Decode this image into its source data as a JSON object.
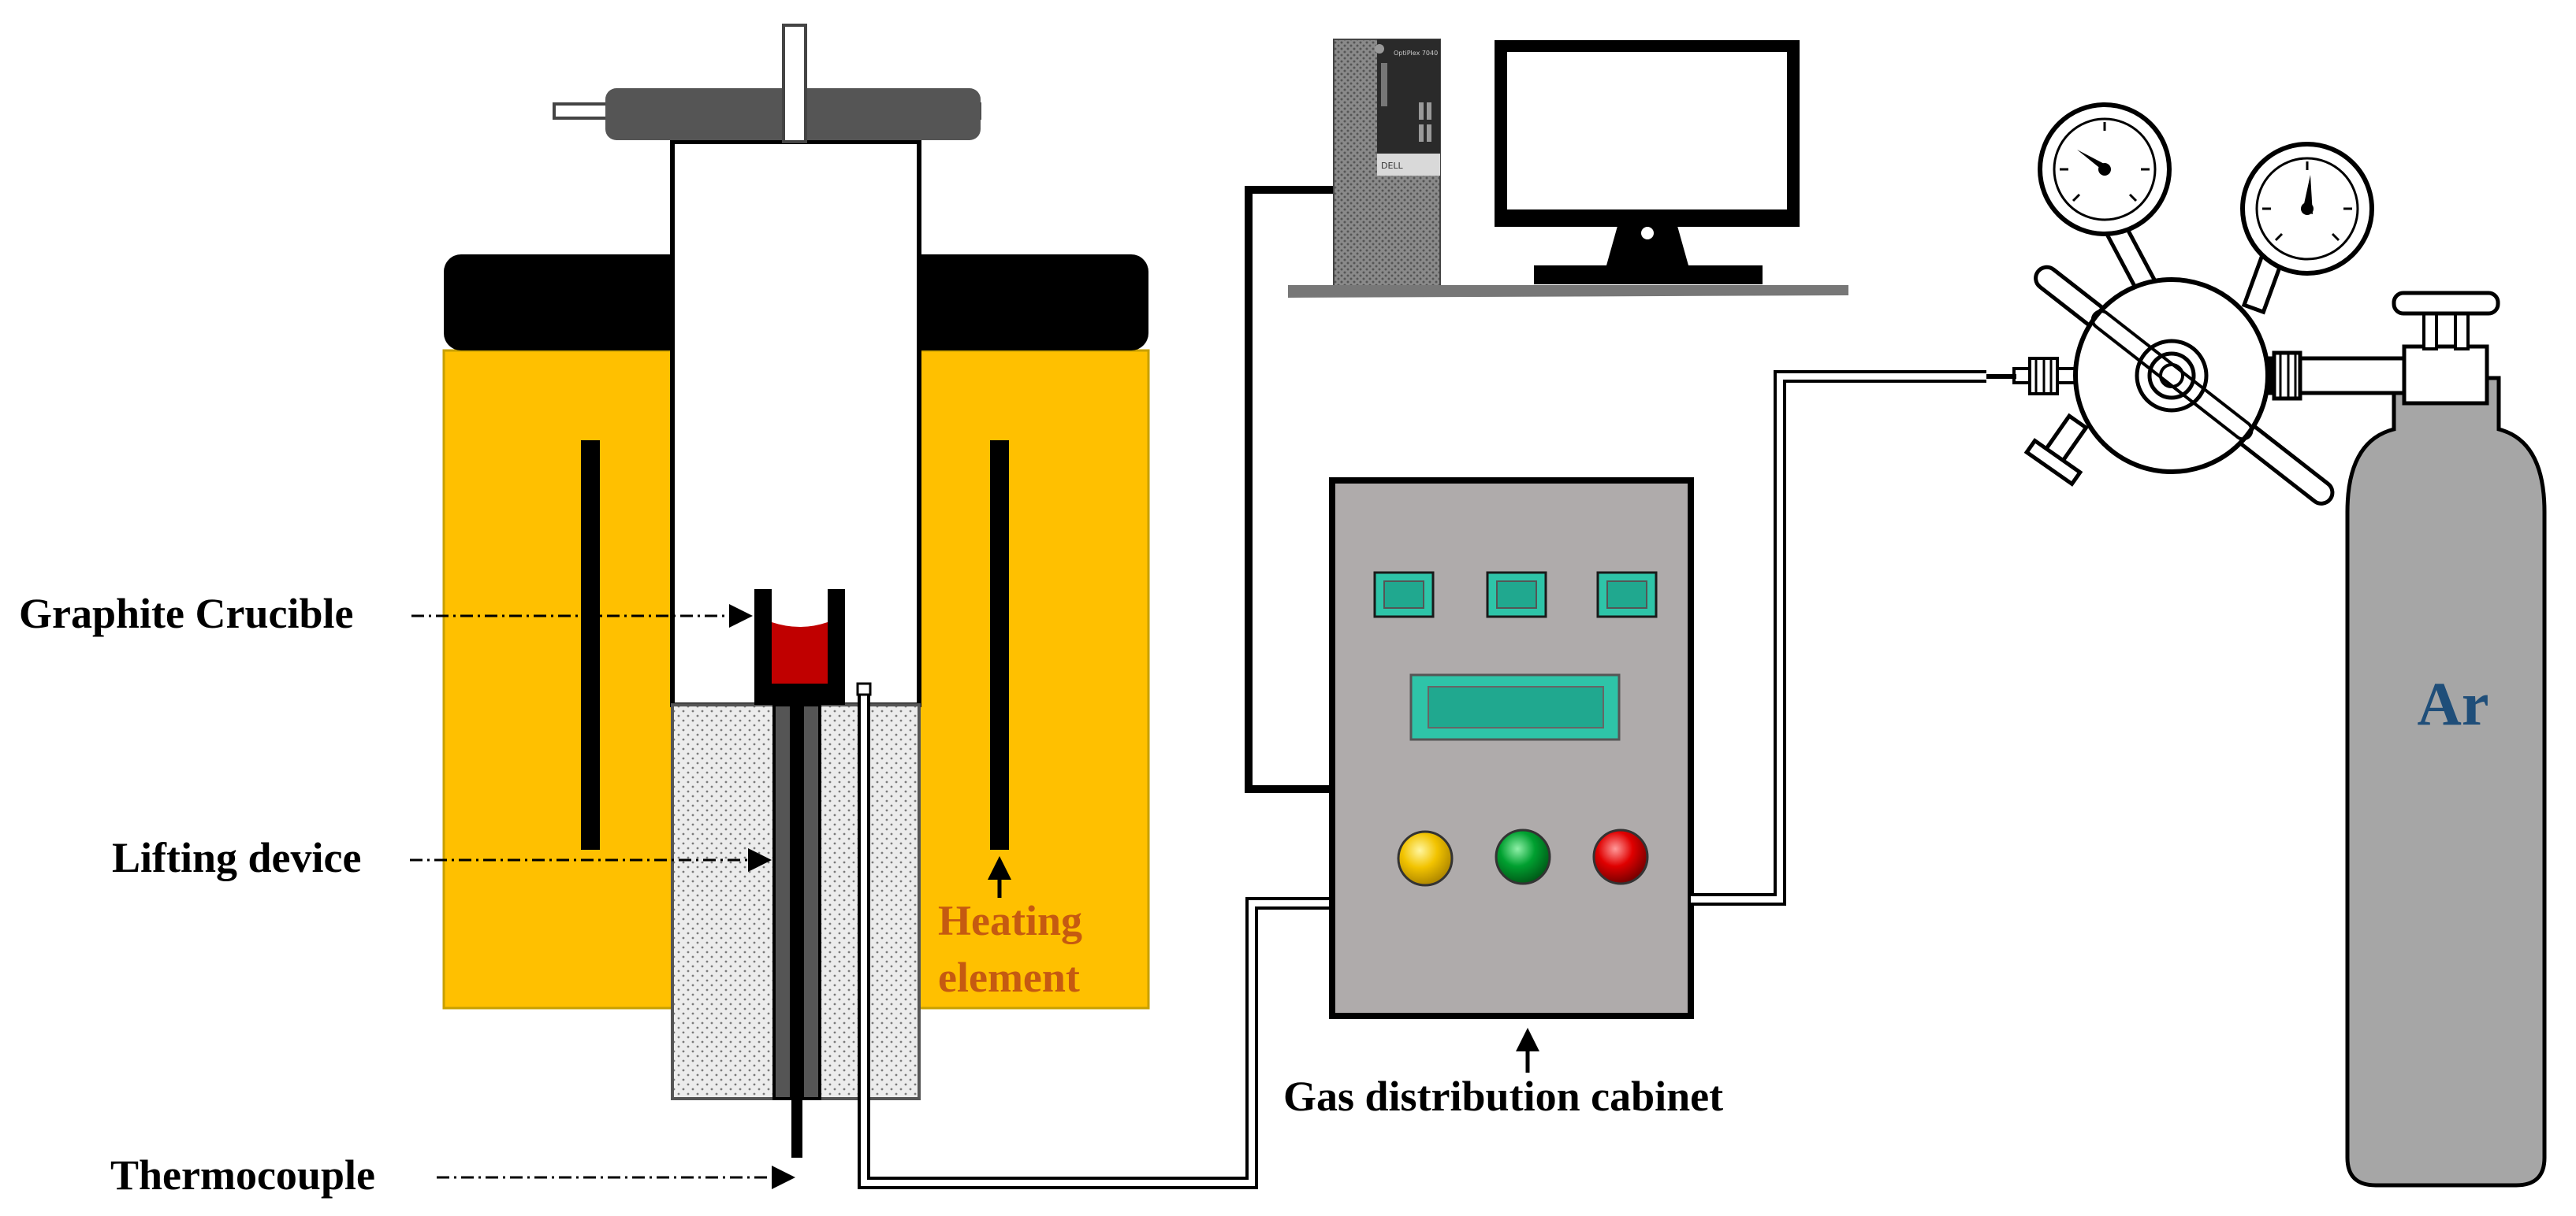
{
  "labels": {
    "graphite_crucible": "Graphite Crucible",
    "lifting_device": "Lifting device",
    "thermocouple": "Thermocouple",
    "heating_element_1": "Heating",
    "heating_element_2": "element",
    "gas_cabinet": "Gas distribution cabinet",
    "cylinder_gas": "Ar",
    "tower_brand": "DELL",
    "tower_model": "OptiPlex 7040"
  },
  "colors": {
    "furnace_body": "#FFC000",
    "furnace_lid": "#000000",
    "melt": "#C00000",
    "insulation": "#E6E6E6",
    "cabinet": "#AFABAB",
    "panel_teal": "#2EC4A8",
    "lamp_yellow": "#F2C300",
    "lamp_green": "#00A030",
    "lamp_red": "#E00000",
    "cylinder": "#A6A6A6",
    "ar_text": "#1F4E79",
    "heating_label": "#C55A11"
  },
  "icons": [
    "computer-tower-icon",
    "monitor-icon",
    "pressure-gauge-icon",
    "gas-cylinder-icon"
  ]
}
